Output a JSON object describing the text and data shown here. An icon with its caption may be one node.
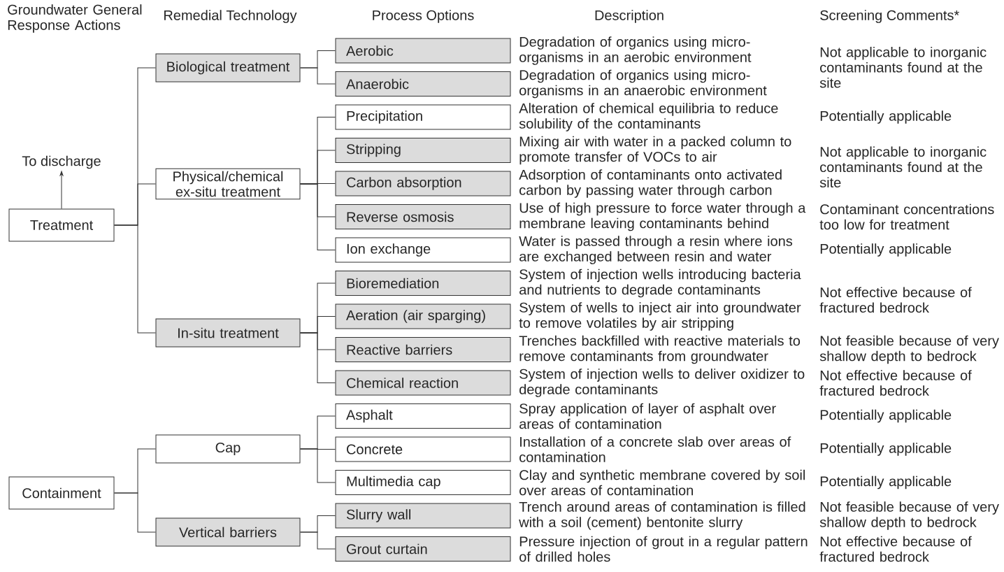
{
  "diagram": {
    "nodes": [
      {
        "text": [
          "To discharge"
        ]
      },
      {
        "text": [
          "Treatment"
        ]
      },
      {
        "text": [
          "Containment"
        ]
      },
      {
        "text": [
          "Biological treatment"
        ]
      },
      {
        "text": [
          "Physical/chemical ex-situ treatment"
        ]
      },
      {
        "text": [
          "In-situ treatment"
        ]
      },
      {
        "text": [
          "Cap"
        ]
      },
      {
        "text": [
          "Vertical barriers"
        ]
      },
      {
        "text": [
          "Aerobic"
        ],
        "beside": [
          "Degradation of organics using micro-organisms in an aerobic environment"
        ]
      },
      {
        "text": [
          "Anaerobic"
        ],
        "beside": [
          "Degradation of organics using micro-organisms in an anaerobic environment"
        ]
      },
      {
        "text": [
          "Precipitation"
        ],
        "beside": [
          "Alteration of chemical equilibria to reduce solubility of the contaminants"
        ]
      },
      {
        "text": [
          "Stripping"
        ],
        "beside": [
          "Mixing air with water in a packed column to promote transfer of VOCs to air"
        ]
      },
      {
        "text": [
          "Carbon absorption"
        ],
        "beside": [
          "Adsorption of contaminants onto activated carbon by passing water through carbon"
        ]
      },
      {
        "text": [
          "Reverse osmosis"
        ],
        "beside": [
          "Use of high pressure to force water through a membrane leaving contaminants behind"
        ]
      },
      {
        "text": [
          "Ion exchange"
        ],
        "beside": [
          "Water is passed through a resin where ions are exchanged between resin and water"
        ]
      },
      {
        "text": [
          "Bioremediation"
        ],
        "beside": [
          "System of injection wells introducing bacteria and nutrients to degrade contaminants"
        ]
      },
      {
        "text": [
          "Aeration (air sparging)"
        ],
        "beside": [
          "System of wells to inject air into groundwater to remove volatiles by air stripping"
        ]
      },
      {
        "text": [
          "Reactive barriers"
        ],
        "beside": [
          "Trenches backfilled with reactive materials to remove contaminants from groundwater"
        ]
      },
      {
        "text": [
          "Chemical reaction"
        ],
        "beside": [
          "System of injection wells to deliver oxidizer to degrade contaminants"
        ]
      },
      {
        "text": [
          "Asphalt"
        ],
        "beside": [
          "Spray application of layer of asphalt over areas of contamination"
        ]
      },
      {
        "text": [
          "Concrete"
        ],
        "beside": [
          "Installation of a concrete slab over areas of contamination"
        ]
      },
      {
        "text": [
          "Multimedia cap"
        ],
        "beside": [
          "Clay and synthetic membrane covered by soil over areas of contamination"
        ]
      },
      {
        "text": [
          "Slurry wall"
        ],
        "beside": [
          "Trench around areas of contamination is filled with a soil (cement) bentonite slurry"
        ]
      },
      {
        "text": [
          "Grout curtain"
        ],
        "beside": [
          "Pressure injection of grout in a regular pattern of drilled holes"
        ]
      }
    ],
    "edges": [
      {
        "from": 1,
        "to": 0,
        "arrow": "to"
      },
      {
        "from": 1,
        "to": 3,
        "arrow": "none"
      },
      {
        "from": 1,
        "to": 4,
        "arrow": "none"
      },
      {
        "from": 1,
        "to": 5,
        "arrow": "none"
      },
      {
        "from": 2,
        "to": 6,
        "arrow": "none"
      },
      {
        "from": 2,
        "to": 7,
        "arrow": "none"
      },
      {
        "from": 3,
        "to": 8,
        "arrow": "none"
      },
      {
        "from": 3,
        "to": 9,
        "arrow": "none"
      },
      {
        "from": 4,
        "to": 10,
        "arrow": "none"
      },
      {
        "from": 4,
        "to": 11,
        "arrow": "none"
      },
      {
        "from": 4,
        "to": 12,
        "arrow": "none"
      },
      {
        "from": 4,
        "to": 13,
        "arrow": "none"
      },
      {
        "from": 4,
        "to": 14,
        "arrow": "none"
      },
      {
        "from": 5,
        "to": 15,
        "arrow": "none"
      },
      {
        "from": 5,
        "to": 16,
        "arrow": "none"
      },
      {
        "from": 5,
        "to": 17,
        "arrow": "none"
      },
      {
        "from": 5,
        "to": 18,
        "arrow": "none"
      },
      {
        "from": 6,
        "to": 19,
        "arrow": "none"
      },
      {
        "from": 6,
        "to": 20,
        "arrow": "none"
      },
      {
        "from": 6,
        "to": 21,
        "arrow": "none"
      },
      {
        "from": 7,
        "to": 22,
        "arrow": "none"
      },
      {
        "from": 7,
        "to": 23,
        "arrow": "none"
      }
    ],
    "labels": [
      "Groundwater General Response Actions",
      "Remedial Technology",
      "Process Options",
      "Description",
      "Screening Comments*",
      "Not applicable to inorganic contaminants found at the site",
      "Potentially applicable",
      "Not applicable to inorganic contaminants found at the site",
      "Contaminant concentrations too low for treatment",
      "Potentially applicable",
      "Not effective because of fractured bedrock",
      "Not feasible because of very shallow depth to bedrock",
      "Not effective because of fractured bedrock",
      "Potentially applicable",
      "Potentially applicable",
      "Potentially applicable",
      "Not feasible because of very shallow depth to bedrock",
      "Not effective because of fractured bedrock"
    ]
  }
}
